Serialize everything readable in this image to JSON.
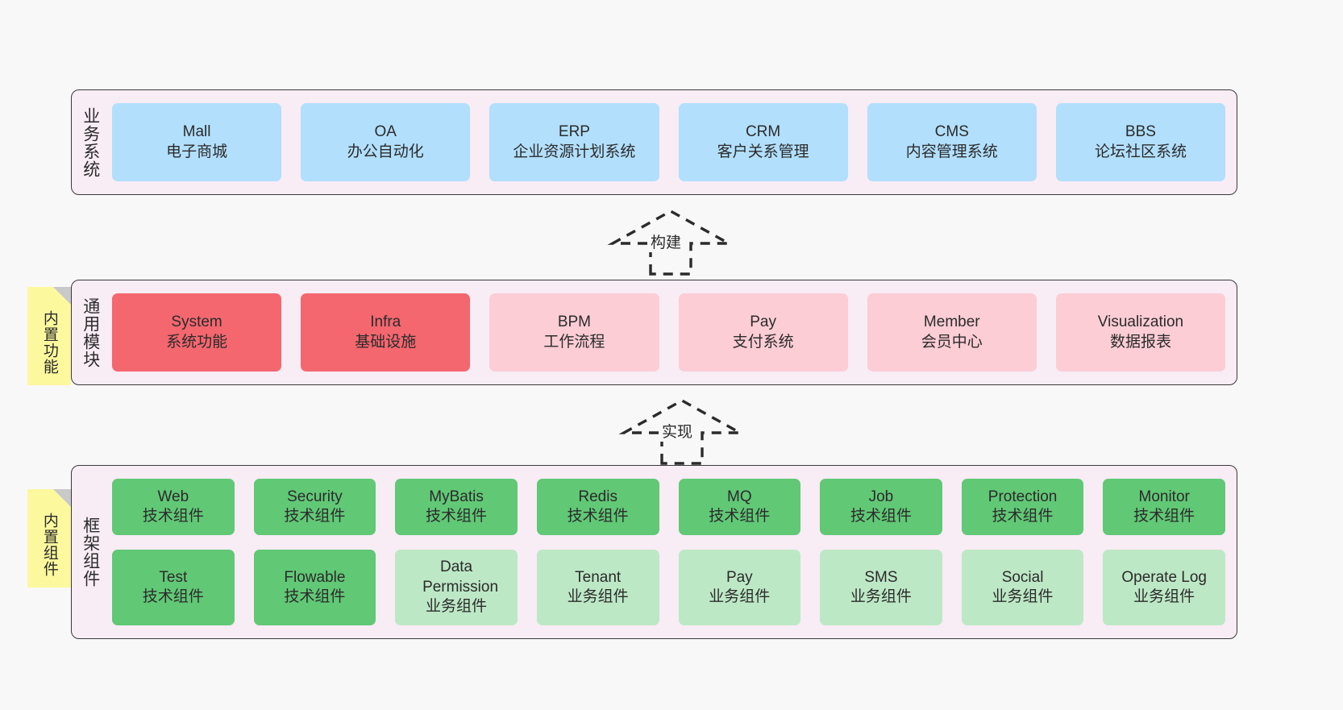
{
  "diagram": {
    "title": "",
    "colors": {
      "panel_bg": "#f8ecf5",
      "panel_border": "#3a3a3a",
      "blue": "#b2dffc",
      "red": "#f4676f",
      "pink": "#fccdd5",
      "green": "#61c876",
      "light_green": "#bde8c6",
      "sticky": "#fcf89e"
    }
  },
  "layers": [
    {
      "id": "business-systems",
      "title": "业务系统",
      "sticky": null,
      "rows": [
        {
          "cards": [
            {
              "name": "Mall",
              "sub": "电子商城",
              "style": "c-blue"
            },
            {
              "name": "OA",
              "sub": "办公自动化",
              "style": "c-blue"
            },
            {
              "name": "ERP",
              "sub": "企业资源计划系统",
              "style": "c-blue"
            },
            {
              "name": "CRM",
              "sub": "客户关系管理",
              "style": "c-blue"
            },
            {
              "name": "CMS",
              "sub": "内容管理系统",
              "style": "c-blue"
            },
            {
              "name": "BBS",
              "sub": "论坛社区系统",
              "style": "c-blue"
            }
          ]
        }
      ]
    },
    {
      "id": "common-modules",
      "title": "通用模块",
      "sticky": "内置功能",
      "rows": [
        {
          "cards": [
            {
              "name": "System",
              "sub": "系统功能",
              "style": "c-red"
            },
            {
              "name": "Infra",
              "sub": "基础设施",
              "style": "c-red"
            },
            {
              "name": "BPM",
              "sub": "工作流程",
              "style": "c-pink"
            },
            {
              "name": "Pay",
              "sub": "支付系统",
              "style": "c-pink"
            },
            {
              "name": "Member",
              "sub": "会员中心",
              "style": "c-pink"
            },
            {
              "name": "Visualization",
              "sub": "数据报表",
              "style": "c-pink"
            }
          ]
        }
      ]
    },
    {
      "id": "framework-components",
      "title": "框架组件",
      "sticky": "内置组件",
      "rows": [
        {
          "cards": [
            {
              "name": "Web",
              "sub": "技术组件",
              "style": "c-green"
            },
            {
              "name": "Security",
              "sub": "技术组件",
              "style": "c-green"
            },
            {
              "name": "MyBatis",
              "sub": "技术组件",
              "style": "c-green"
            },
            {
              "name": "Redis",
              "sub": "技术组件",
              "style": "c-green"
            },
            {
              "name": "MQ",
              "sub": "技术组件",
              "style": "c-green"
            },
            {
              "name": "Job",
              "sub": "技术组件",
              "style": "c-green"
            },
            {
              "name": "Protection",
              "sub": "技术组件",
              "style": "c-green"
            },
            {
              "name": "Monitor",
              "sub": "技术组件",
              "style": "c-green"
            }
          ]
        },
        {
          "cards": [
            {
              "name": "Test",
              "sub": "技术组件",
              "style": "c-green"
            },
            {
              "name": "Flowable",
              "sub": "技术组件",
              "style": "c-green"
            },
            {
              "name": "Data Permission",
              "sub": "业务组件",
              "style": "c-lgreen"
            },
            {
              "name": "Tenant",
              "sub": "业务组件",
              "style": "c-lgreen"
            },
            {
              "name": "Pay",
              "sub": "业务组件",
              "style": "c-lgreen"
            },
            {
              "name": "SMS",
              "sub": "业务组件",
              "style": "c-lgreen"
            },
            {
              "name": "Social",
              "sub": "业务组件",
              "style": "c-lgreen"
            },
            {
              "name": "Operate Log",
              "sub": "业务组件",
              "style": "c-lgreen"
            }
          ]
        }
      ]
    }
  ],
  "connectors": [
    {
      "id": "build",
      "label": "构建",
      "from": "common-modules",
      "to": "business-systems"
    },
    {
      "id": "implement",
      "label": "实现",
      "from": "framework-components",
      "to": "common-modules"
    }
  ]
}
